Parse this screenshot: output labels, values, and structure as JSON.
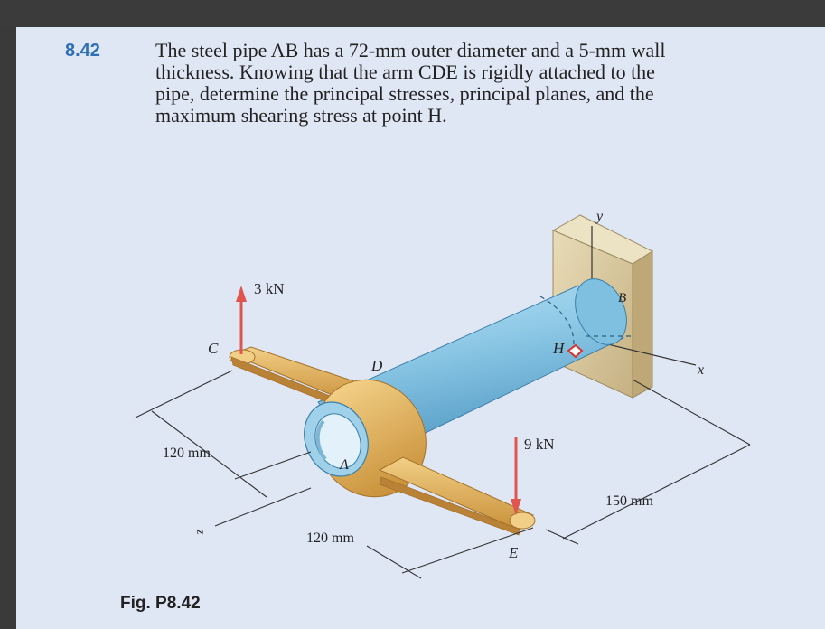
{
  "problem": {
    "number": "8.42",
    "lines": [
      "The steel pipe AB has a 72-mm outer diameter and a 5-mm wall",
      "thickness. Knowing that the arm CDE is rigidly attached to the",
      "pipe, determine the principal stresses, principal planes, and the",
      "maximum shearing stress at point H."
    ]
  },
  "figure": {
    "caption": "Fig. P8.42",
    "labels": {
      "force_c": "3 kN",
      "force_e": "9 kN",
      "point_c": "C",
      "point_d": "D",
      "point_a": "A",
      "point_b": "B",
      "point_h": "H",
      "point_e": "E",
      "axis_x": "x",
      "axis_y": "y",
      "axis_z": "z",
      "dim_left": "120 mm",
      "dim_bottom": "120 mm",
      "dim_right": "150 mm"
    }
  },
  "colors": {
    "pipe": "#8cc8e6",
    "arm": "#e2b561",
    "wall": "#d9c79a",
    "force_arrow": "#e0554e",
    "problem_number": "#2f6fb3",
    "background": "#dfe6f4"
  }
}
